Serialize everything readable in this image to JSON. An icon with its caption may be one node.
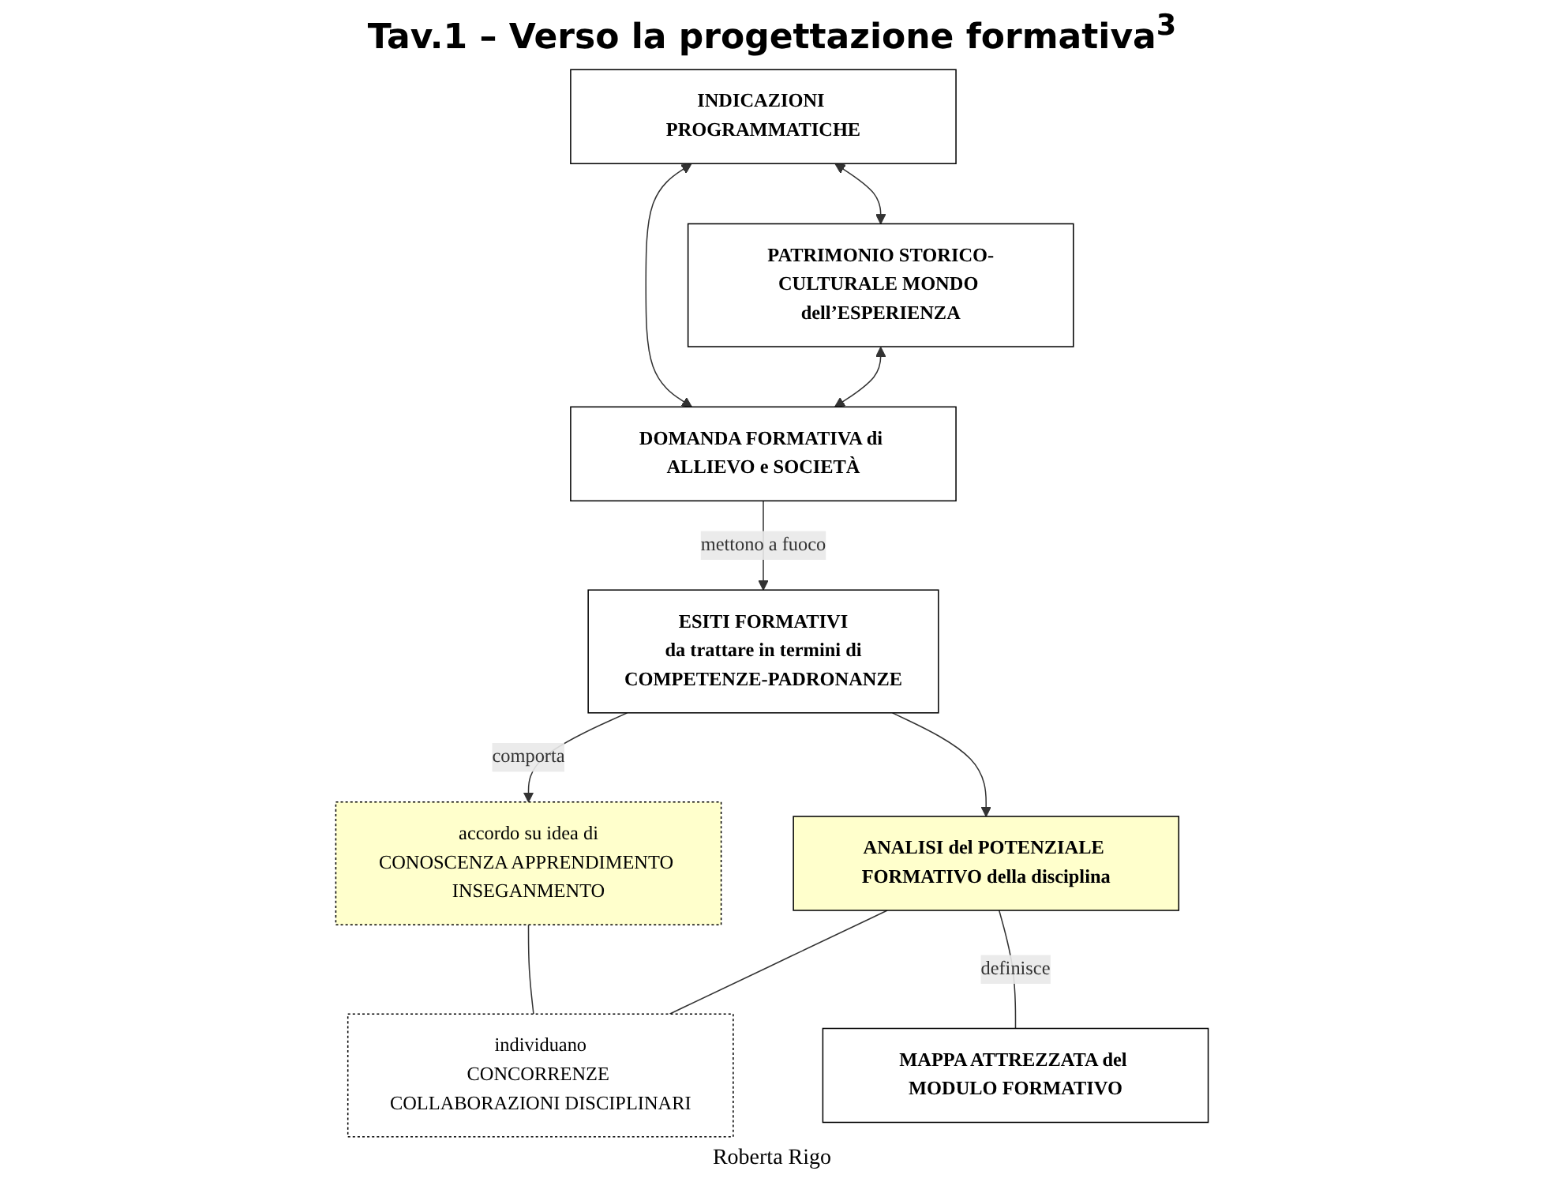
{
  "diagram": {
    "title": "Tav.1 – Verso la progettazione formativa$^{3}$",
    "nodes": [
      {
        "text": [
          "INDICAZIONI PROGRAMMATICHE"
        ]
      },
      {
        "text": [
          "PATRIMONIO STORICO-CULTURALE MONDO dell’ESPERIENZA"
        ]
      },
      {
        "text": [
          "DOMANDA FORMATIVA di ALLIEVO e SOCIETÀ"
        ]
      },
      {
        "text": [
          "ESITI FORMATIVI",
          "da trattare in termini di",
          "COMPETENZE-PADRONANZE"
        ]
      },
      {
        "text": [
          "accordo su idea di",
          "CONOSCENZA APPRENDIMENTO INSEGANMENTO"
        ]
      },
      {
        "text": [
          "ANALISI del POTENZIALE FORMATIVO della disciplina"
        ]
      },
      {
        "text": [
          "individuano",
          "CONCORRENZE COLLABORAZIONI DISCIPLINARI"
        ]
      },
      {
        "text": [
          "MAPPA ATTREZZATA del MODULO FORMATIVO"
        ]
      }
    ],
    "edges": [
      {
        "from": 0,
        "to": 1,
        "arrow": "both"
      },
      {
        "from": 0,
        "to": 2,
        "arrow": "both"
      },
      {
        "from": 1,
        "to": 2,
        "arrow": "both"
      },
      {
        "from": 2,
        "to": 3,
        "arrow": "to",
        "label": "mettono a fuoco"
      },
      {
        "from": 3,
        "to": 4,
        "arrow": "to",
        "label": "comporta"
      },
      {
        "from": 3,
        "to": 5,
        "arrow": "to"
      },
      {
        "from": 4,
        "to": 6,
        "arrow": "none"
      },
      {
        "from": 5,
        "to": 6,
        "arrow": "none"
      },
      {
        "from": 5,
        "to": 7,
        "arrow": "none",
        "label": "definisce"
      }
    ],
    "labels": [
      "Roberta Rigo"
    ]
  }
}
